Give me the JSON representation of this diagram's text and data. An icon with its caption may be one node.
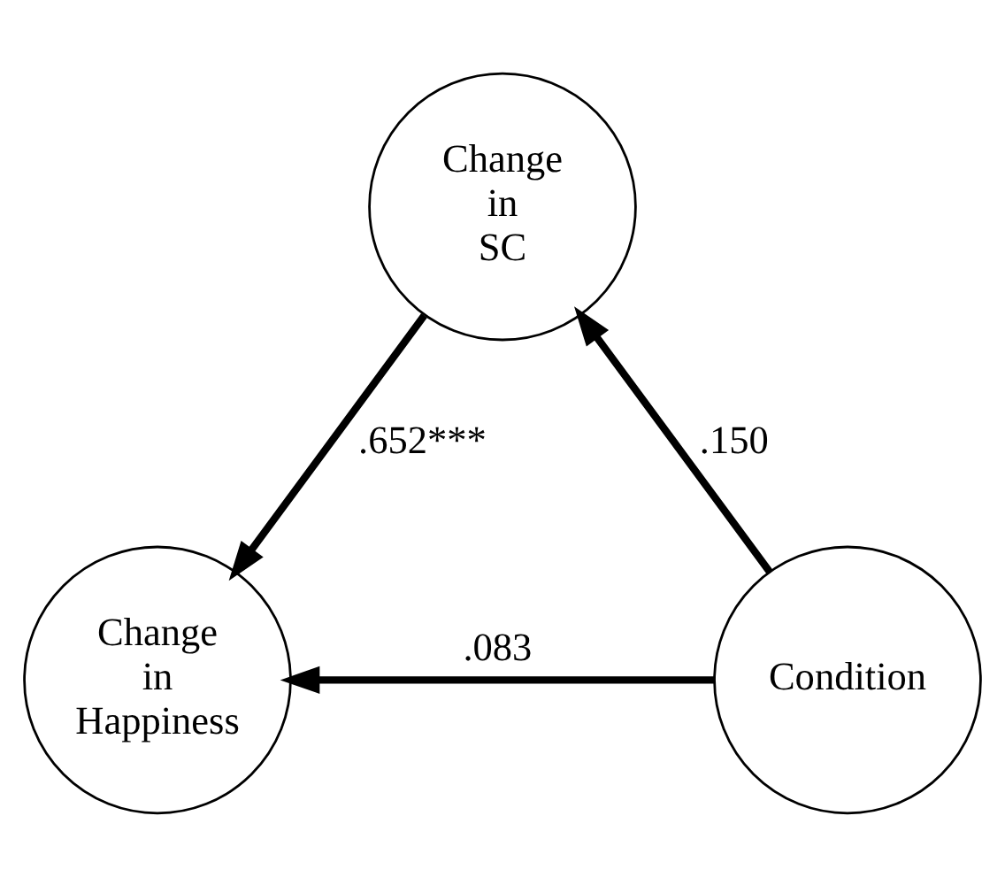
{
  "diagram": {
    "nodes": [
      {
        "text": [
          "Change in SC"
        ]
      },
      {
        "text": [
          "Condition"
        ]
      },
      {
        "text": [
          "Change in Happiness"
        ]
      }
    ],
    "edges": [
      {
        "from": 1,
        "to": 0,
        "arrow": "to",
        "label": ".150"
      },
      {
        "from": 0,
        "to": 2,
        "arrow": "to",
        "label": ".652***"
      },
      {
        "from": 1,
        "to": 2,
        "arrow": "to",
        "label": ".083"
      }
    ]
  }
}
